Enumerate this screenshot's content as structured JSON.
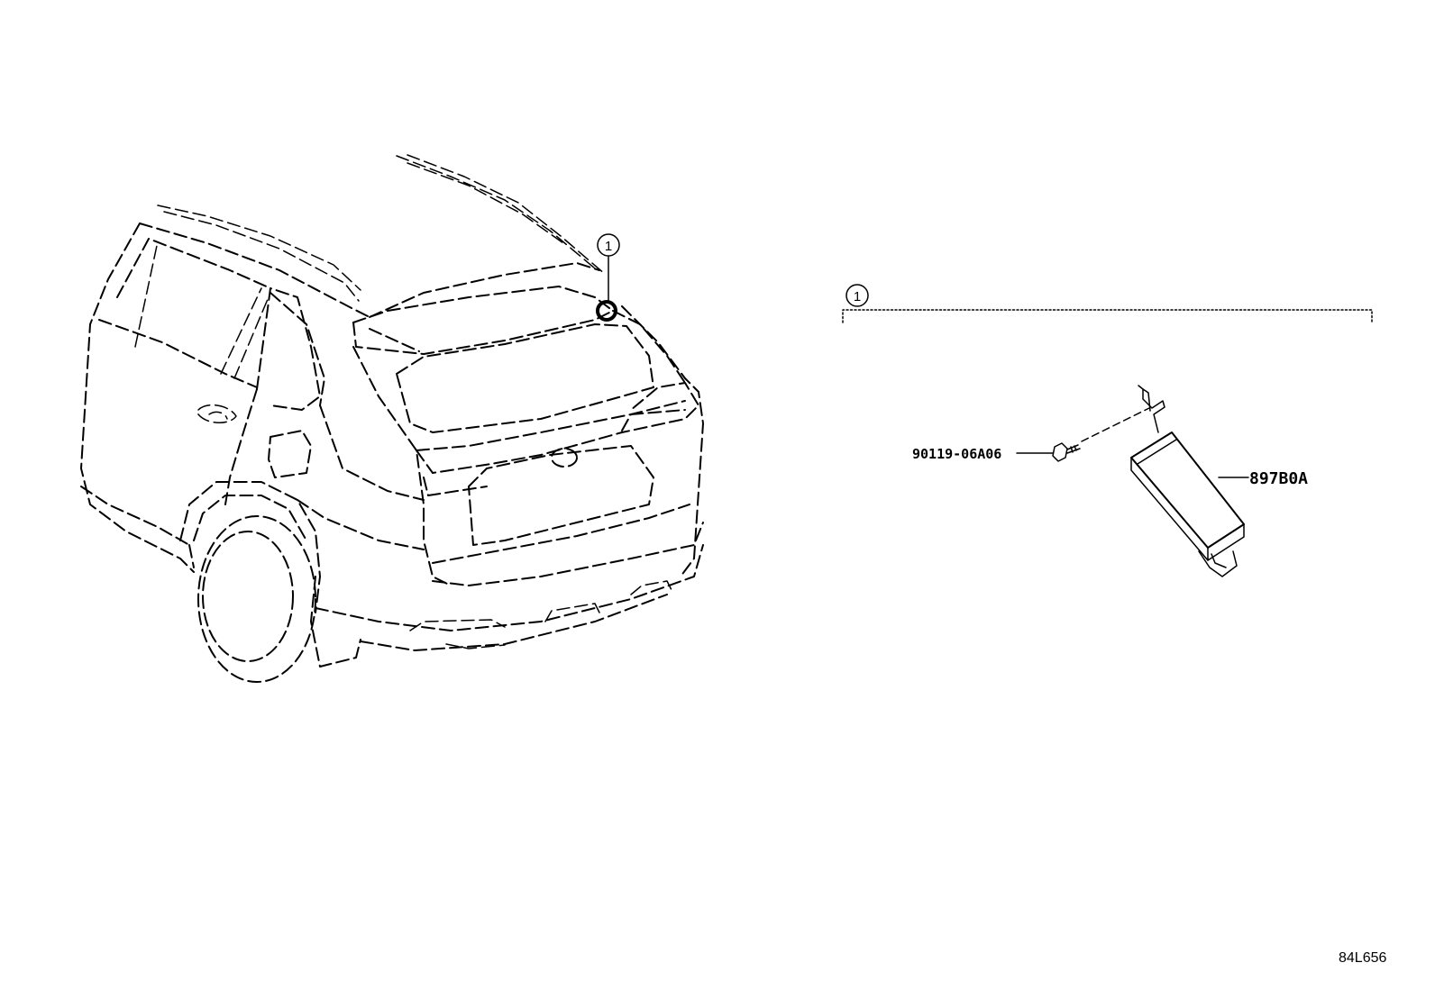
{
  "callouts": {
    "vehicle_marker_number": "1",
    "group_bracket_number": "1"
  },
  "parts": {
    "bolt_part_number": "90119-06A06",
    "module_part_number": "897B0A"
  },
  "figure_code": "84L656"
}
